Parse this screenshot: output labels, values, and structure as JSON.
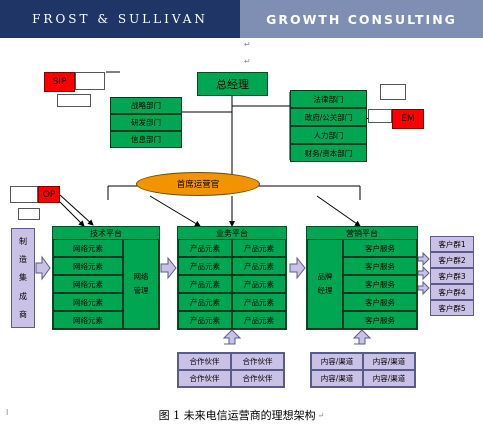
{
  "banner": {
    "left": "FROST & SULLIVAN",
    "right": "GROWTH CONSULTING"
  },
  "top_node": "总经理",
  "left_depts": [
    "战略部门",
    "研发部门",
    "信息部门"
  ],
  "right_depts": [
    "法律部门",
    "政府/公关部门",
    "人力部门",
    "财务/资本部门"
  ],
  "tags": {
    "sp": "SIP",
    "em": "EM",
    "op": "OP"
  },
  "coo": "首席运营官",
  "manufacturers": [
    "制",
    "造",
    "集",
    "成",
    "商"
  ],
  "tech_platform": {
    "title": "技术平台",
    "element": "网络元素",
    "mgmt": "网络管理"
  },
  "biz_platform": {
    "title": "业务平台",
    "element": "产品元素"
  },
  "mkt_platform": {
    "title": "营销平台",
    "brand": "品牌经理",
    "service": "客户服务"
  },
  "customers": [
    "客户群1",
    "客户群2",
    "客户群3",
    "客户群4",
    "客户群5"
  ],
  "partners": "合作伙伴",
  "content": "内容/渠道",
  "caption": "图 1  未来电信运营商的理想架构",
  "colors": {
    "green": "#00a651",
    "red": "#ff0000",
    "lavender": "#c9c2e6",
    "orange": "#f29400",
    "navy": "#1f3566"
  }
}
